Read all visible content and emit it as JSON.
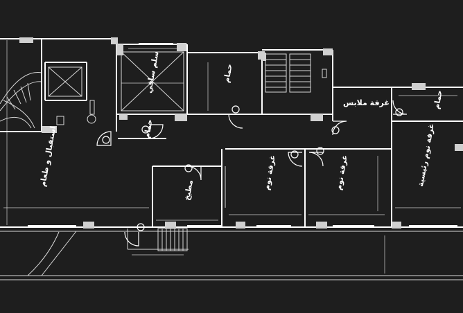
{
  "rooms": {
    "stairwell_reception": "سلم ساقي",
    "bathroom_1": "حمام",
    "bathroom_2": "حمام",
    "dressing_room": "غرفة ملابس",
    "master_bedroom": "غرفة نوم رئيسية",
    "bedroom_1": "غرفة نوم",
    "bedroom_2": "غرفة نوم",
    "kitchen": "مطبخ",
    "reception": "استقبال و طعام",
    "wc": "حمام"
  },
  "icons": [
    "door-swing-icon",
    "column-icon",
    "window-icon",
    "staircase-icon"
  ]
}
